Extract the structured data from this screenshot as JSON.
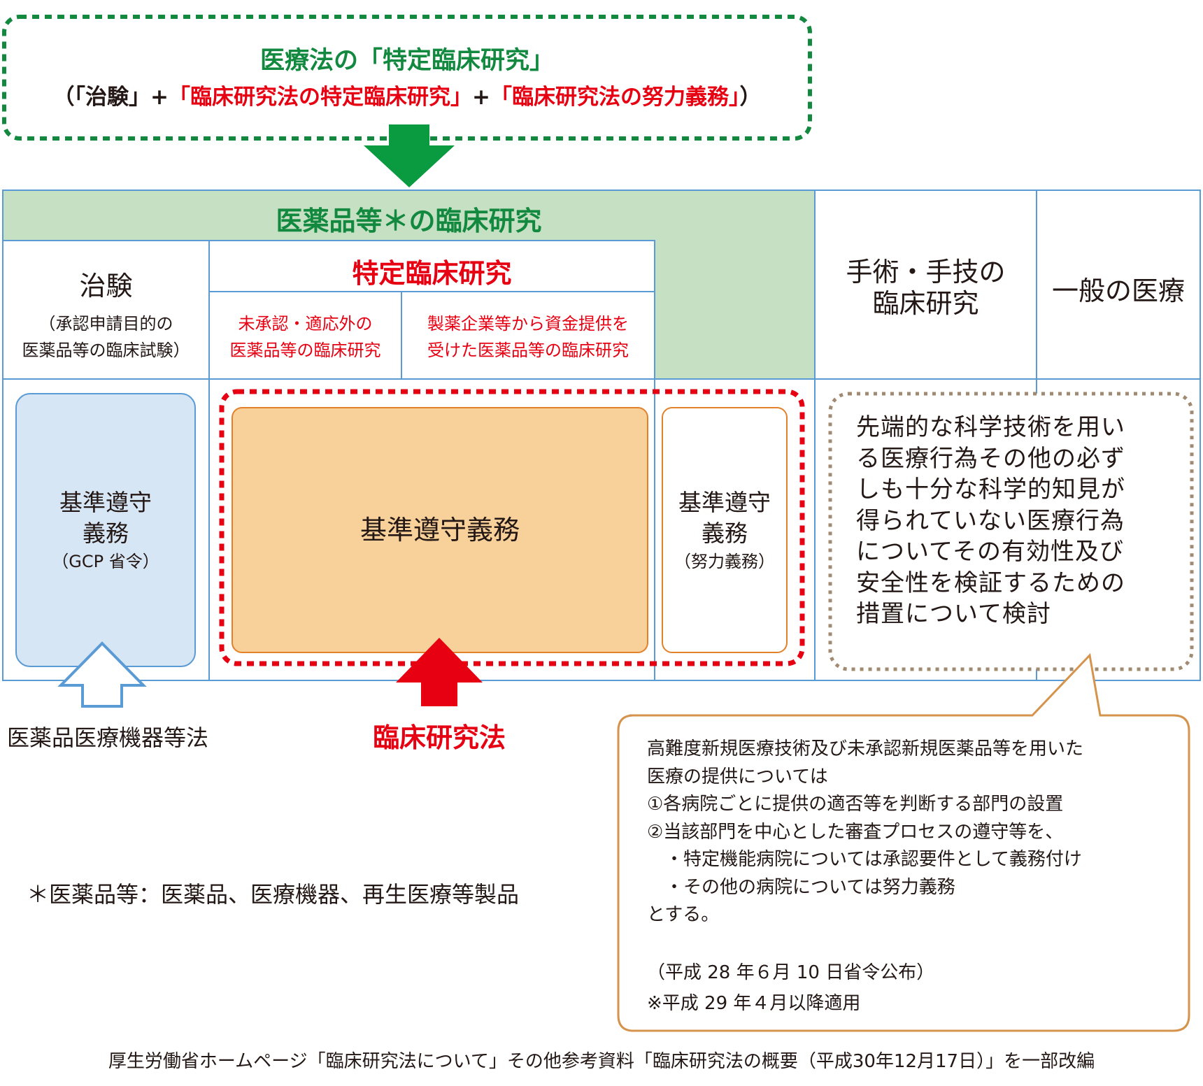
{
  "top_box": {
    "title": "医療法の「特定臨床研究」",
    "line2_open": "（「治験」+",
    "line2_red1": "「臨床研究法の特定臨床研究」",
    "line2_plus": "+",
    "line2_red2": "「臨床研究法の努力義務」",
    "line2_close": "）"
  },
  "table": {
    "band_title": "医薬品等＊の臨床研究",
    "chiken_title": "治験",
    "chiken_sub1": "（承認申請目的の",
    "chiken_sub2": "医薬品等の臨床試験）",
    "tokutei_title": "特定臨床研究",
    "mishonin_1": "未承認・適応外の",
    "mishonin_2": "医薬品等の臨床研究",
    "seiyaku_1": "製薬企業等から資金提供を",
    "seiyaku_2": "受けた医薬品等の臨床研究",
    "shujutsu_1": "手術・手技の",
    "shujutsu_2": "臨床研究",
    "ippan": "一般の医療"
  },
  "boxes": {
    "gcp_1": "基準遵守",
    "gcp_2": "義務",
    "gcp_3": "（GCP 省令）",
    "main": "基準遵守義務",
    "effort_1": "基準遵守",
    "effort_2": "義務",
    "effort_3": "（努力義務）",
    "advanced": [
      "先端的な科学技術を用い",
      "る医療行為その他の必ず",
      "しも十分な科学的知見が",
      "得られていない医療行為",
      "についてその有効性及び",
      "安全性を検証するための",
      "措置について検討"
    ]
  },
  "labels": {
    "pmd_act": "医薬品医療機器等法",
    "clinical_act": "臨床研究法",
    "footnote": "＊医薬品等：医薬品、医療機器、再生医療等製品"
  },
  "callout": {
    "lines": [
      "高難度新規医療技術及び未承認新規医薬品等を用いた",
      "医療の提供については",
      "①各病院ごとに提供の適否等を判断する部門の設置",
      "②当該部門を中心とした審査プロセスの遵守等を、",
      "　・特定機能病院については承認要件として義務付け",
      "　・その他の病院については努力義務",
      "とする。"
    ],
    "date_1": "（平成 28 年６月 10 日省令公布）",
    "date_2": "※平成 29 年４月以降適用"
  },
  "source": "厚生労働省ホームページ「臨床研究法について」その他参考資料「臨床研究法の概要（平成30年12月17日）」を一部改編",
  "colors": {
    "green": "#12893f",
    "green_band": "#c6e0c4",
    "red": "#e60012",
    "blue_line": "#5b9bd5",
    "blue_fill": "#d7e6f4",
    "orange_fill": "#f8d099",
    "orange_line": "#e3812b",
    "brown_dot": "#a08a72",
    "callout_line": "#d5934c"
  }
}
